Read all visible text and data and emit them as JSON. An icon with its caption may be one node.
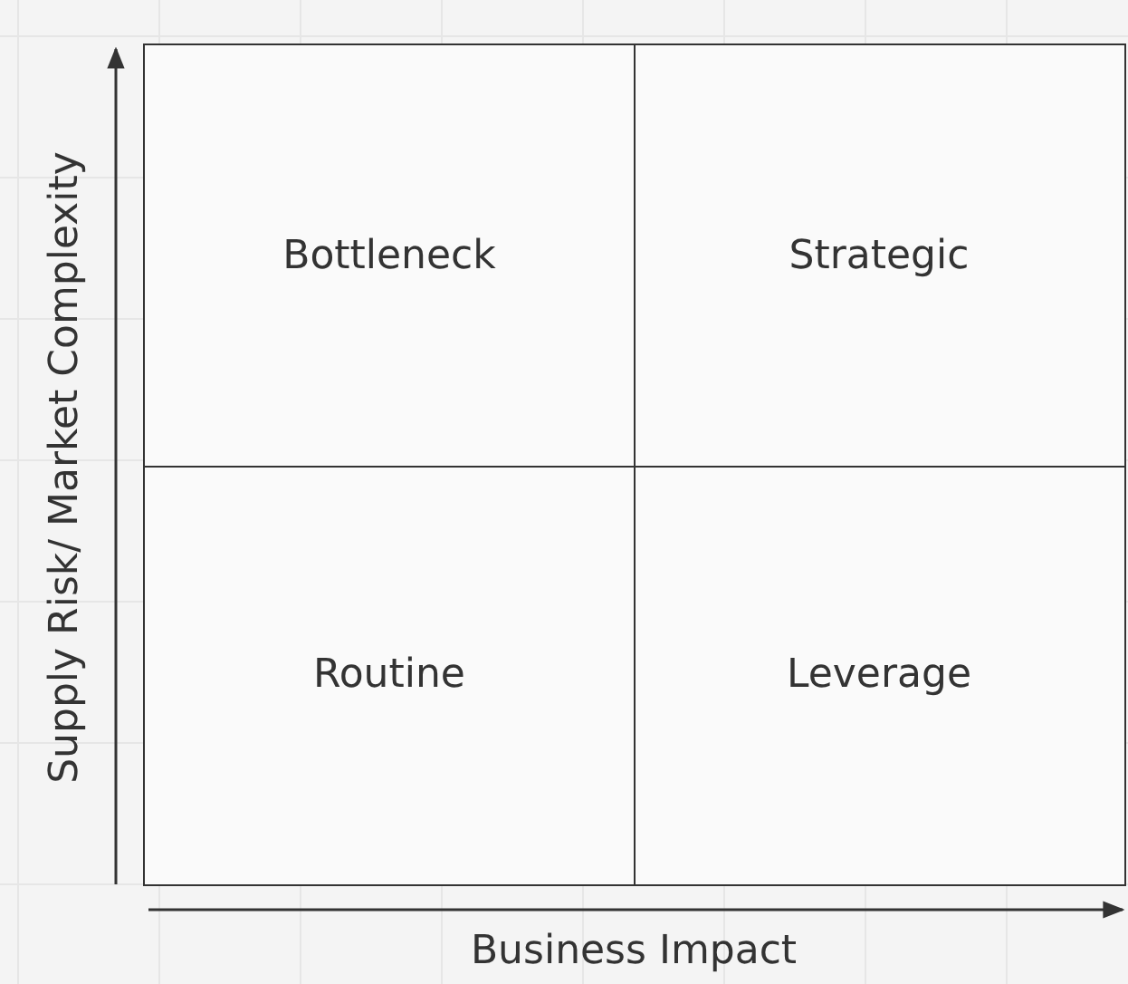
{
  "diagram": {
    "nodes": [
      {
        "text": [
          "Bottleneck"
        ]
      },
      {
        "text": [
          "Strategic"
        ]
      },
      {
        "text": [
          "Routine"
        ]
      },
      {
        "text": [
          "Leverage"
        ]
      }
    ],
    "labels": [
      "Supply Risk/ Market Complexity",
      "Business Impact"
    ]
  }
}
